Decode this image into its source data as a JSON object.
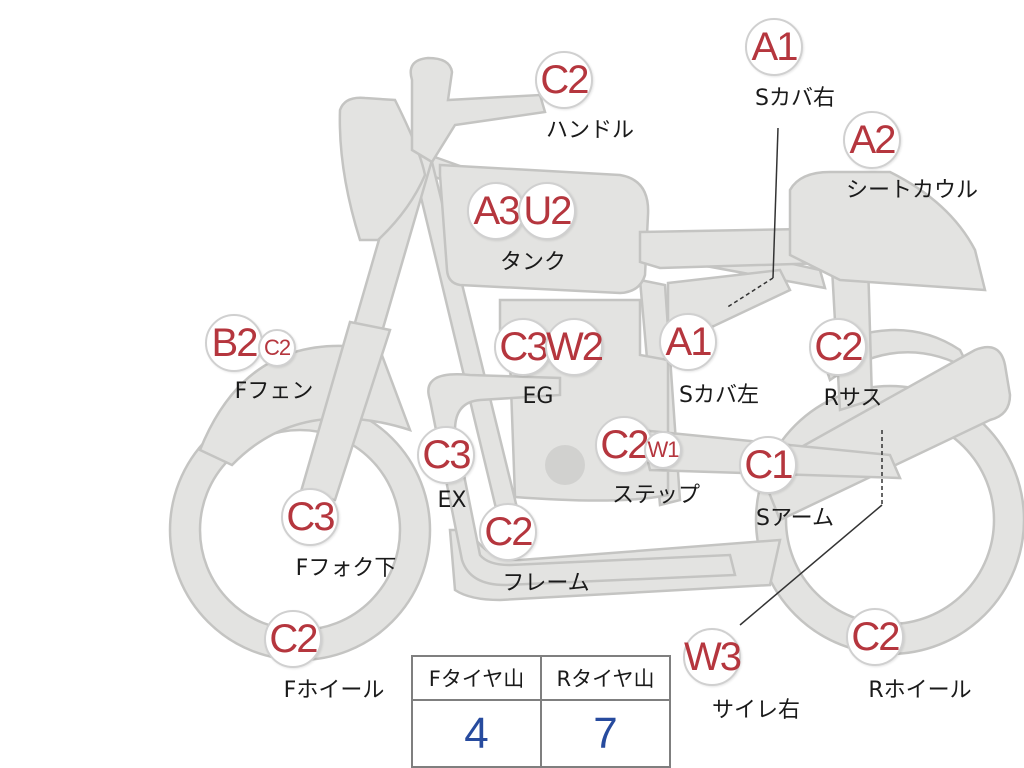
{
  "markers": {
    "handle": {
      "grade": "C2"
    },
    "s_cover_r": {
      "grade": "A1"
    },
    "seat_cowl": {
      "grade": "A2"
    },
    "tank": {
      "grade_1": "A3",
      "grade_2": "U2"
    },
    "f_fender": {
      "grade_1": "B2",
      "grade_2": "C2"
    },
    "engine": {
      "grade_1": "C3",
      "grade_2": "W2"
    },
    "s_cover_l": {
      "grade": "A1"
    },
    "r_sus": {
      "grade": "C2"
    },
    "exhaust": {
      "grade": "C3"
    },
    "step": {
      "grade_1": "C2",
      "grade_2": "W1"
    },
    "s_arm": {
      "grade": "C1"
    },
    "f_fork_lower": {
      "grade": "C3"
    },
    "frame": {
      "grade": "C2"
    },
    "f_wheel": {
      "grade": "C2"
    },
    "silencer_r": {
      "grade": "W3"
    },
    "r_wheel": {
      "grade": "C2"
    }
  },
  "labels": {
    "handle": "ハンドル",
    "s_cover_r": "Sカバ右",
    "seat_cowl": "シートカウル",
    "tank": "タンク",
    "f_fender": "Fフェン",
    "engine": "EG",
    "s_cover_l": "Sカバ左",
    "r_sus": "Rサス",
    "exhaust": "EX",
    "step": "ステップ",
    "s_arm": "Sアーム",
    "f_fork_lower": "Fフォク下",
    "frame": "フレーム",
    "f_wheel": "Fホイール",
    "silencer_r": "サイレ右",
    "r_wheel": "Rホイール"
  },
  "tread_table": {
    "headers": [
      "Fタイヤ山",
      "Rタイヤ山"
    ],
    "values": [
      "4",
      "7"
    ]
  },
  "colors": {
    "grade_text": "#b5363e",
    "tread_value": "#274b9e",
    "body_fill": "#e3e3e1",
    "body_outline": "#c4c4c2"
  }
}
